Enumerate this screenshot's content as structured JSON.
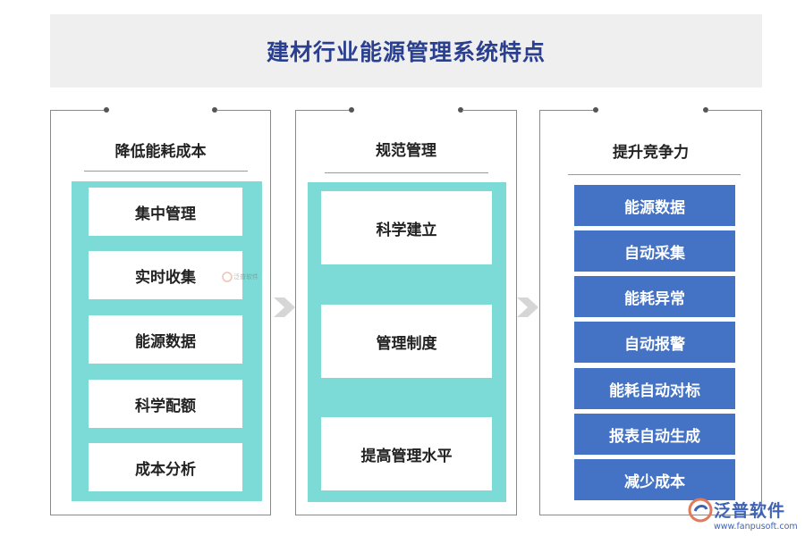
{
  "title": "建材行业能源管理系统特点",
  "panels": [
    {
      "title": "降低能耗成本",
      "items": [
        "集中管理",
        "实时收集",
        "能源数据",
        "科学配额",
        "成本分析"
      ]
    },
    {
      "title": "规范管理",
      "items": [
        "科学建立",
        "管理制度",
        "提高管理水平"
      ]
    },
    {
      "title": "提升竞争力",
      "items": [
        "能源数据",
        "自动采集",
        "能耗异常",
        "自动报警",
        "能耗自动对标",
        "报表自动生成",
        "减少成本"
      ]
    }
  ],
  "logo": {
    "name": "泛普软件",
    "url": "www.fanpusoft.com"
  },
  "watermark": "泛普软件",
  "colors": {
    "title_text": "#2a3f8f",
    "title_bg": "#efefef",
    "teal": "#7ddbd7",
    "blue": "#4472c4",
    "arrow": "#d6d6d6",
    "logo": "#3f63b4"
  }
}
